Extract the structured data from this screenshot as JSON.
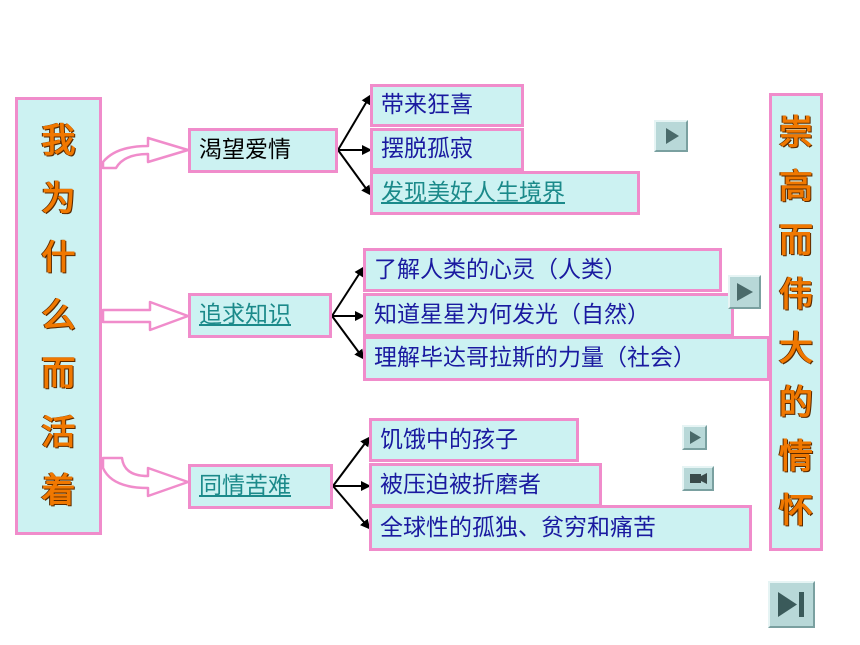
{
  "left_title": [
    "我",
    "为",
    "什",
    "么",
    "而",
    "活",
    "着"
  ],
  "right_title": [
    "崇",
    "高",
    "而",
    "伟",
    "大",
    "的",
    "情",
    "怀"
  ],
  "branches": [
    {
      "label": "渴望爱情",
      "items": [
        "带来狂喜",
        "摆脱孤寂",
        "发现美好人生境界"
      ]
    },
    {
      "label": "追求知识",
      "items": [
        "了解人类的心灵（人类）",
        "知道星星为何发光（自然）",
        "理解毕达哥拉斯的力量（社会）"
      ]
    },
    {
      "label": "同情苦难",
      "items": [
        "饥饿中的孩子",
        "被压迫被折磨者",
        "全球性的孤独、贫穷和痛苦"
      ]
    }
  ],
  "nav": {
    "play_icon": "play-icon",
    "video_icon": "video-camera-icon",
    "end_icon": "skip-to-end-icon"
  },
  "colors": {
    "box_fill": "#ccf2f2",
    "box_border": "#f08ccb",
    "title_text": "#f07800",
    "item_text": "#1a1aa0",
    "link_text": "#1b8a8a"
  }
}
